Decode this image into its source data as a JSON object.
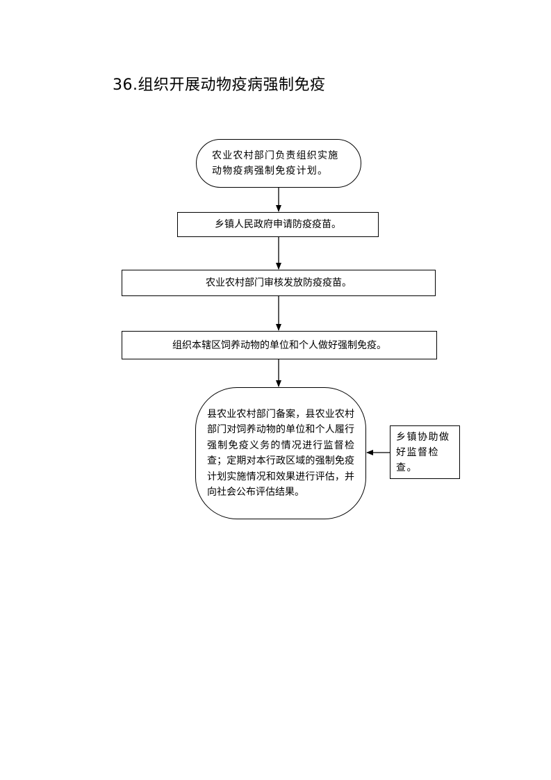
{
  "title": "36.组织开展动物疫病强制免疫",
  "nodes": {
    "plan": "农业农村部门负责组织实施动物疫病强制免疫计划。",
    "apply": "乡镇人民政府申请防疫疫苗。",
    "review": "农业农村部门审核发放防疫疫苗。",
    "organize": "组织本辖区饲养动物的单位和个人做好强制免疫。",
    "supervise": "县农业农村部门备案，县农业农村部门对饲养动物的单位和个人履行强制免疫义务的情况进行监督检查；定期对本行政区域的强制免疫计划实施情况和效果进行评估，并向社会公布评估结果。",
    "assist": "乡镇协助做好监督检查。"
  },
  "colors": {
    "line": "#000000",
    "background": "#ffffff"
  }
}
